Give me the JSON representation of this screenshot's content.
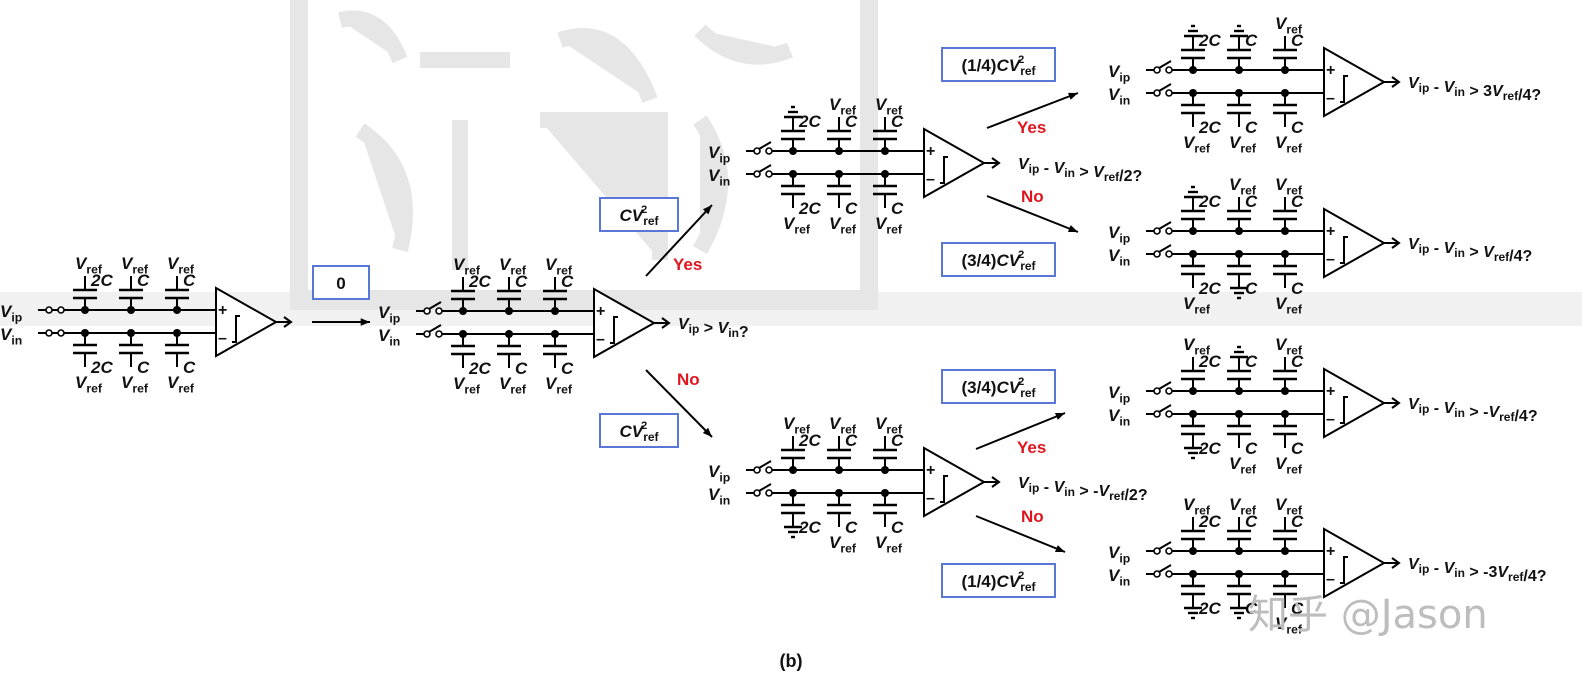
{
  "figure": {
    "caption": "(b)",
    "watermark_text": "知乎 @Jason",
    "colors": {
      "box_border": "#5877d6",
      "decision_text": "#e0161e",
      "ink": "#111111",
      "watermark": "#e6e6e6"
    }
  },
  "labels": {
    "vref": "V",
    "vref_sub": "ref",
    "vip": "V",
    "vip_sub": "ip",
    "vin": "V",
    "vin_sub": "in",
    "cap_2c": "2C",
    "cap_c": "C",
    "plus": "+",
    "minus": "–",
    "yes": "Yes",
    "no": "No"
  },
  "energy_boxes": [
    {
      "id": "stage1",
      "text": "0"
    },
    {
      "id": "s2-yes",
      "main": "CV",
      "sup": "2",
      "sub": "ref",
      "prefix": ""
    },
    {
      "id": "s2-no",
      "main": "CV",
      "sup": "2",
      "sub": "ref",
      "prefix": ""
    },
    {
      "id": "s3-yes-yes",
      "main": "CV",
      "sup": "2",
      "sub": "ref",
      "prefix": "(1/4)"
    },
    {
      "id": "s3-yes-no",
      "main": "CV",
      "sup": "2",
      "sub": "ref",
      "prefix": "(3/4)"
    },
    {
      "id": "s3-no-yes",
      "main": "CV",
      "sup": "2",
      "sub": "ref",
      "prefix": "(3/4)"
    },
    {
      "id": "s3-no-no",
      "main": "CV",
      "sup": "2",
      "sub": "ref",
      "prefix": "(1/4)"
    }
  ],
  "stages": [
    {
      "id": "sample",
      "switch": "closed",
      "top": [
        "vref",
        "vref",
        "vref"
      ],
      "bottom": [
        "vref",
        "vref",
        "vref"
      ],
      "question": null
    },
    {
      "id": "bit1",
      "switch": "open",
      "top": [
        "vref",
        "vref",
        "vref"
      ],
      "bottom": [
        "vref",
        "vref",
        "vref"
      ],
      "question": {
        "parts": [
          [
            "V",
            "ip"
          ],
          [
            " > ",
            null
          ],
          [
            "V",
            "in"
          ],
          [
            "?",
            null
          ]
        ]
      }
    },
    {
      "id": "bit2-yes",
      "switch": "open",
      "top": [
        "gnd",
        "vref",
        "vref"
      ],
      "bottom": [
        "vref",
        "vref",
        "vref"
      ],
      "question": {
        "parts": [
          [
            "V",
            "ip"
          ],
          [
            " - ",
            null
          ],
          [
            "V",
            "in"
          ],
          [
            " > ",
            null
          ],
          [
            "V",
            "ref"
          ],
          [
            "/2?",
            null
          ]
        ]
      }
    },
    {
      "id": "bit2-no",
      "switch": "open",
      "top": [
        "vref",
        "vref",
        "vref"
      ],
      "bottom": [
        "gnd",
        "vref",
        "vref"
      ],
      "question": {
        "parts": [
          [
            "V",
            "ip"
          ],
          [
            " - ",
            null
          ],
          [
            "V",
            "in"
          ],
          [
            " > -",
            null
          ],
          [
            "V",
            "ref"
          ],
          [
            "/2?",
            null
          ]
        ]
      }
    },
    {
      "id": "bit3-a",
      "switch": "open",
      "top": [
        "gnd",
        "gnd",
        "vref"
      ],
      "bottom": [
        "vref",
        "vref",
        "vref"
      ],
      "question": {
        "parts": [
          [
            "V",
            "ip"
          ],
          [
            " - ",
            null
          ],
          [
            "V",
            "in"
          ],
          [
            " > 3",
            null
          ],
          [
            "V",
            "ref"
          ],
          [
            "/4?",
            null
          ]
        ]
      }
    },
    {
      "id": "bit3-b",
      "switch": "open",
      "top": [
        "gnd",
        "vref",
        "vref"
      ],
      "bottom": [
        "vref",
        "gnd",
        "vref"
      ],
      "question": {
        "parts": [
          [
            "V",
            "ip"
          ],
          [
            " - ",
            null
          ],
          [
            "V",
            "in"
          ],
          [
            " > ",
            null
          ],
          [
            "V",
            "ref"
          ],
          [
            "/4?",
            null
          ]
        ]
      }
    },
    {
      "id": "bit3-c",
      "switch": "open",
      "top": [
        "vref",
        "gnd",
        "vref"
      ],
      "bottom": [
        "gnd",
        "vref",
        "vref"
      ],
      "question": {
        "parts": [
          [
            "V",
            "ip"
          ],
          [
            " - ",
            null
          ],
          [
            "V",
            "in"
          ],
          [
            " > -",
            null
          ],
          [
            "V",
            "ref"
          ],
          [
            "/4?",
            null
          ]
        ]
      }
    },
    {
      "id": "bit3-d",
      "switch": "open",
      "top": [
        "vref",
        "vref",
        "vref"
      ],
      "bottom": [
        "gnd",
        "gnd",
        "vref"
      ],
      "question": {
        "parts": [
          [
            "V",
            "ip"
          ],
          [
            " - ",
            null
          ],
          [
            "V",
            "in"
          ],
          [
            " > -3",
            null
          ],
          [
            "V",
            "ref"
          ],
          [
            "/4?",
            null
          ]
        ]
      }
    }
  ]
}
